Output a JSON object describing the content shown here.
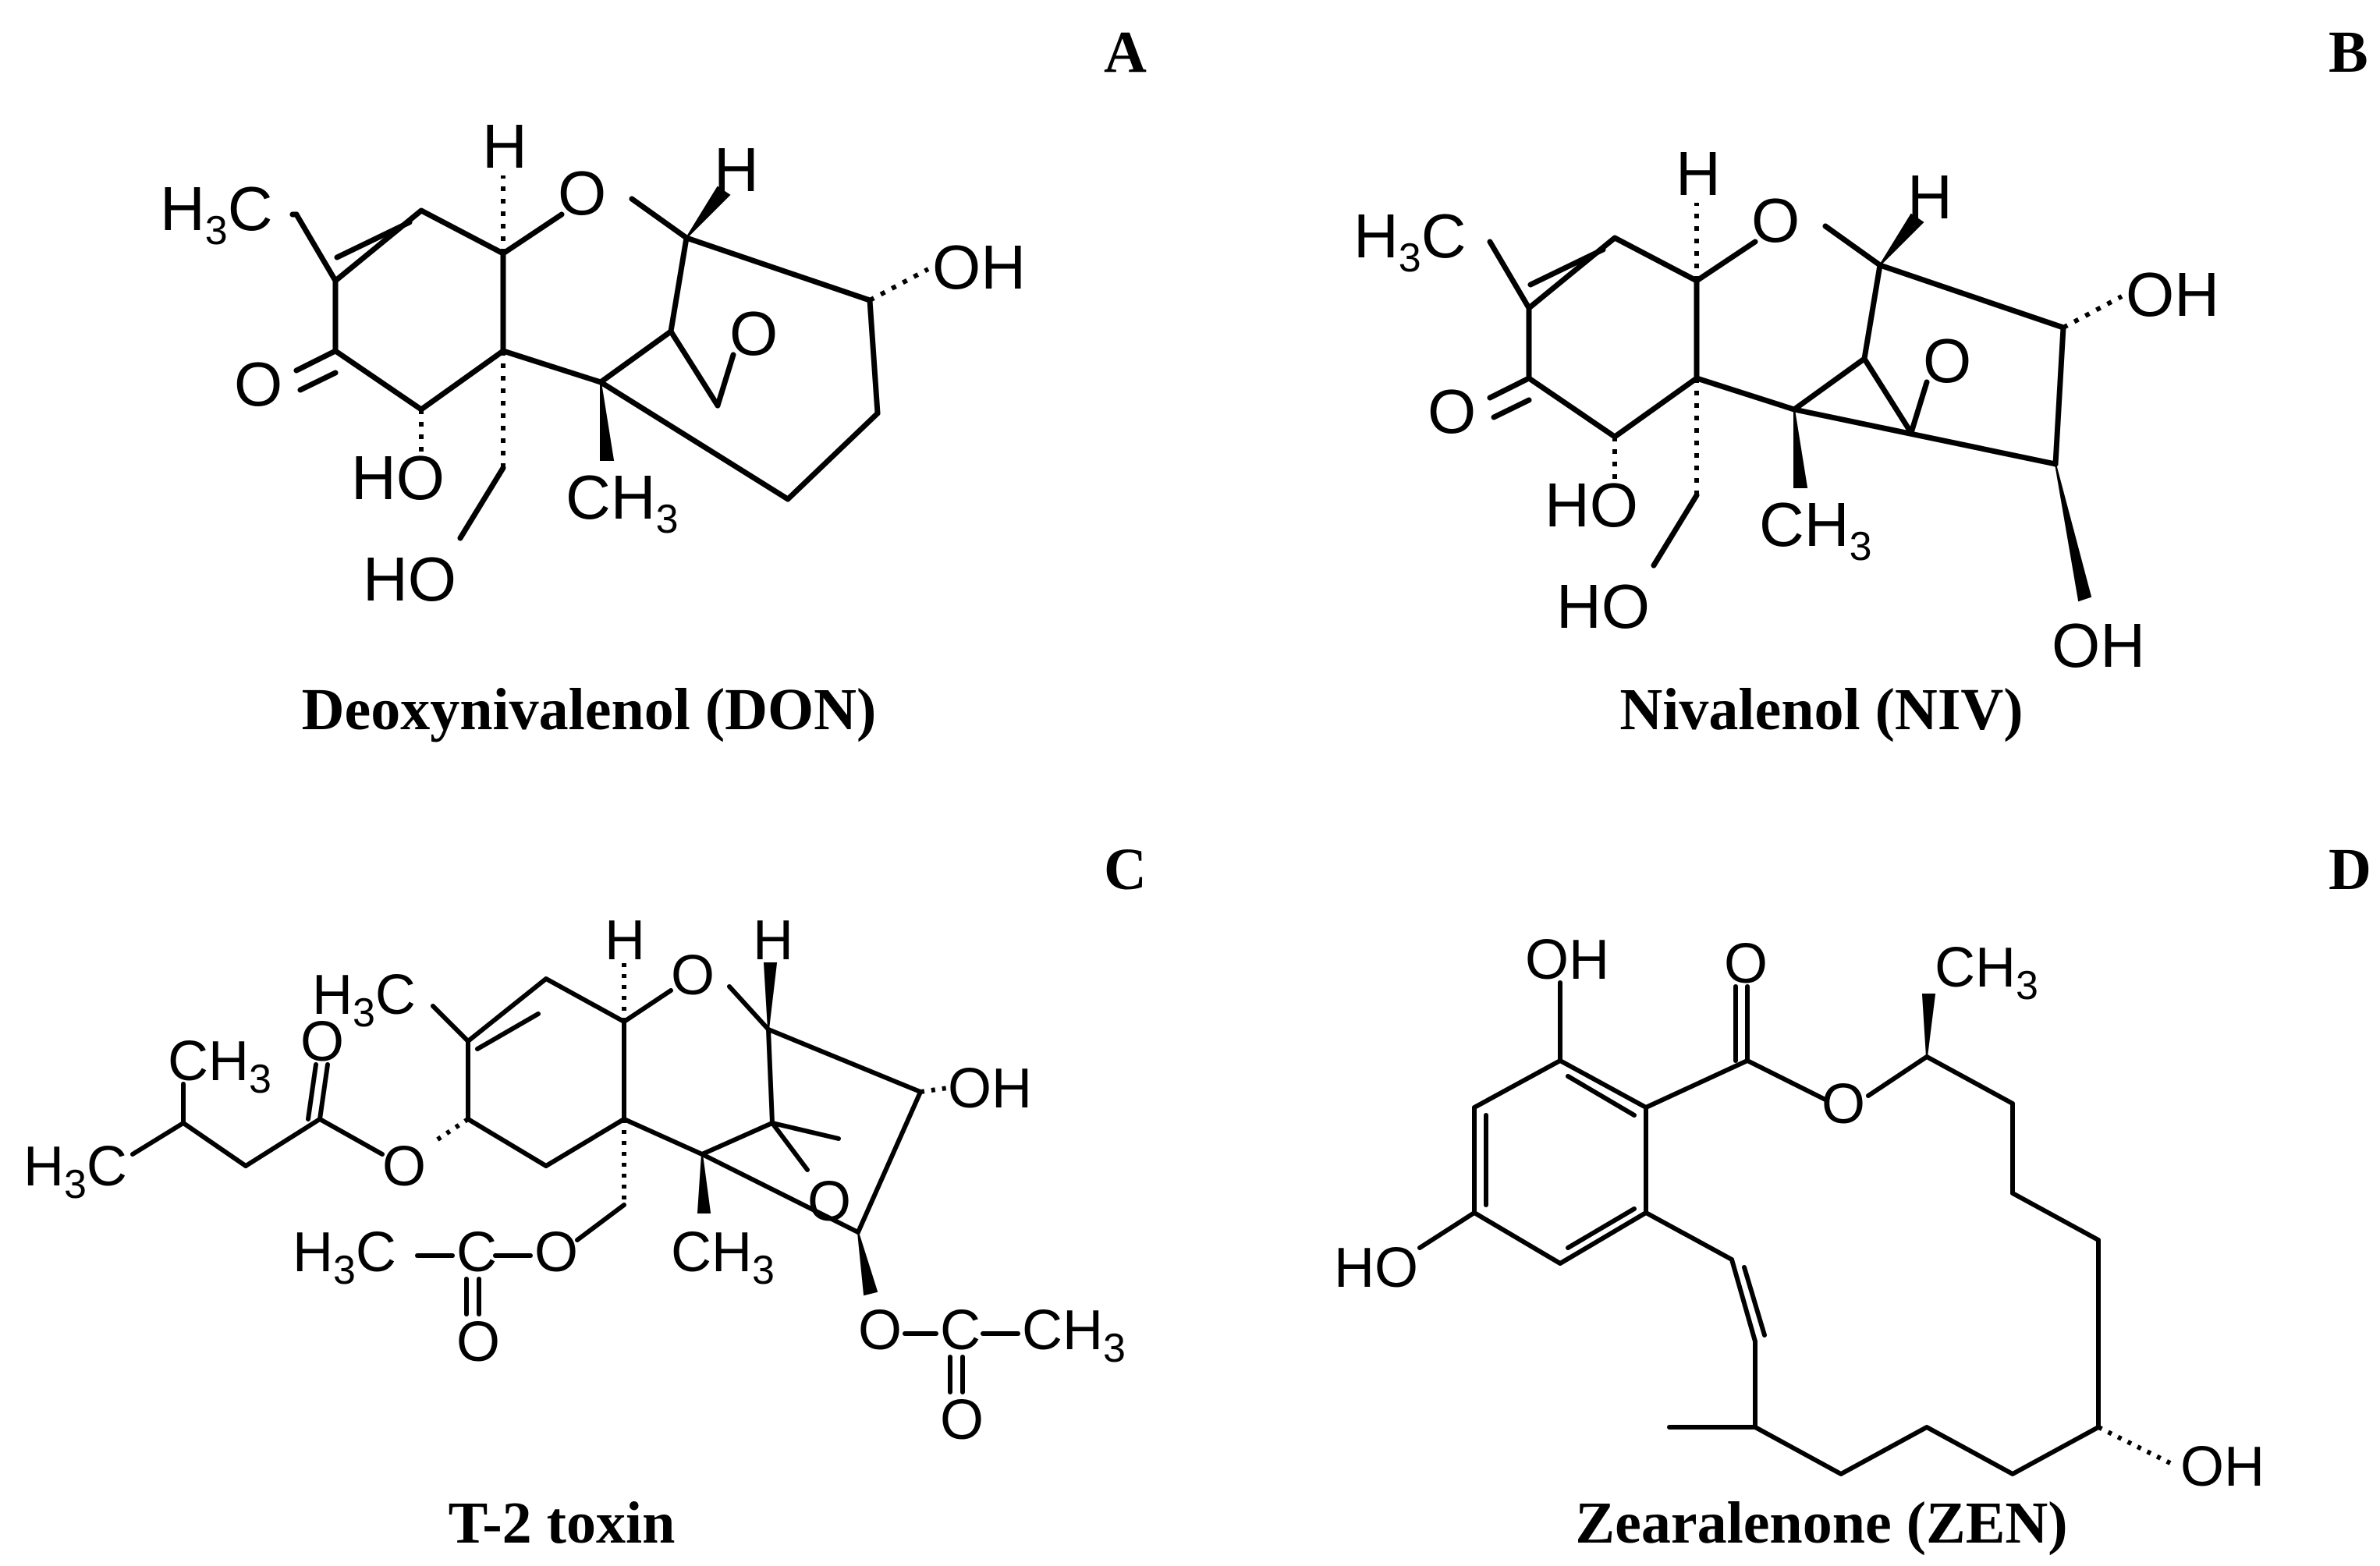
{
  "panels": [
    {
      "letter": "A",
      "caption": "Deoxynivalenol (DON)"
    },
    {
      "letter": "B",
      "caption": "Nivalenol (NIV)"
    },
    {
      "letter": "C",
      "caption": "T-2 toxin"
    },
    {
      "letter": "D",
      "caption": "Zearalenone (ZEN)"
    }
  ],
  "atoms": {
    "H": "H",
    "O": "O",
    "OH": "OH",
    "HO": "HO",
    "H3C": "H3C",
    "CH3": "CH3",
    "C": "C",
    "dash": "–"
  }
}
